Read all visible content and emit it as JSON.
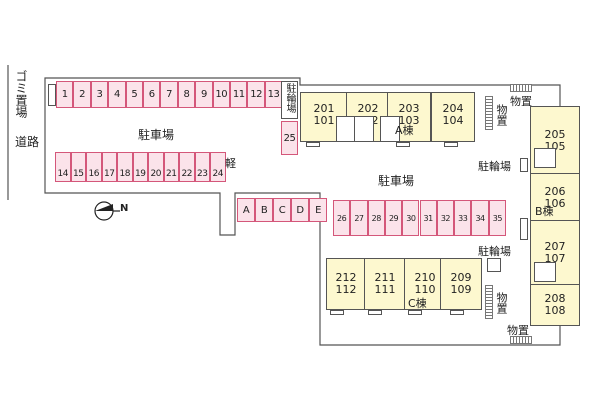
{
  "labels": {
    "garbage": "ゴミ置場",
    "road": "道路",
    "parking_west": "駐車場",
    "parking_main": "駐車場",
    "bike_top": "駐輪場",
    "bike_mid": "駐輪場",
    "bike_low": "駐輪場",
    "storage_top": "物置",
    "storage_mid": "物置",
    "storage_low": "物置",
    "storage_bottom": "物置",
    "kei": "軽",
    "north": "N"
  },
  "stalls_row1": [
    "1",
    "2",
    "3",
    "4",
    "5",
    "6",
    "7",
    "8",
    "9",
    "10",
    "11",
    "12",
    "13"
  ],
  "stall_25": "25",
  "stalls_row2": [
    "14",
    "15",
    "16",
    "17",
    "18",
    "19",
    "20",
    "21",
    "22",
    "23",
    "24"
  ],
  "stalls_abcde": [
    "A",
    "B",
    "C",
    "D",
    "E"
  ],
  "stalls_row3": [
    "26",
    "27",
    "28",
    "29",
    "30",
    "31",
    "32",
    "33",
    "34",
    "35"
  ],
  "building_a": {
    "name": "A棟",
    "units": [
      {
        "top": "201",
        "bottom": "101"
      },
      {
        "top": "202",
        "bottom": "102"
      },
      {
        "top": "203",
        "bottom": "103"
      },
      {
        "top": "204",
        "bottom": "104"
      }
    ]
  },
  "building_b": {
    "name": "B棟",
    "units": [
      {
        "top": "205",
        "bottom": "105"
      },
      {
        "top": "206",
        "bottom": "106"
      },
      {
        "top": "207",
        "bottom": "107"
      },
      {
        "top": "208",
        "bottom": "108"
      }
    ]
  },
  "building_c": {
    "name": "C棟",
    "units": [
      {
        "top": "212",
        "bottom": "112"
      },
      {
        "top": "211",
        "bottom": "111"
      },
      {
        "top": "210",
        "bottom": "110"
      },
      {
        "top": "209",
        "bottom": "109"
      }
    ]
  }
}
